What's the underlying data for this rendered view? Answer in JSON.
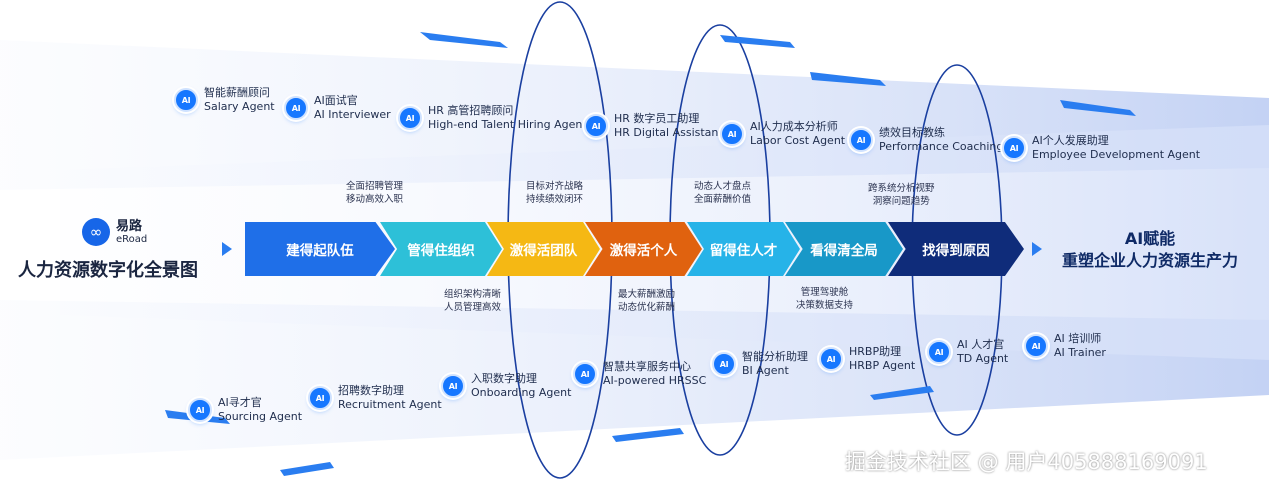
{
  "logo": {
    "mark": "∞",
    "name": "易路",
    "sub": "eRoad"
  },
  "left_title": "人力资源数字化全景图",
  "right_title": {
    "line1": "AI赋能",
    "line2": "重塑企业人力资源生产力"
  },
  "icon_text": "AI",
  "top_agents": [
    {
      "cn": "智能薪酬顾问",
      "en": "Salary Agent"
    },
    {
      "cn": "AI面试官",
      "en": "AI Interviewer"
    },
    {
      "cn": "HR 高管招聘顾问",
      "en": "High-end Talent Hiring Agent"
    },
    {
      "cn": "HR 数字员工助理",
      "en": "HR Digital Assistant"
    },
    {
      "cn": "AI人力成本分析师",
      "en": "Labor Cost Agent"
    },
    {
      "cn": "绩效目标教练",
      "en": "Performance Coaching"
    },
    {
      "cn": "AI个人发展助理",
      "en": "Employee Development Agent"
    }
  ],
  "bottom_agents": [
    {
      "cn": "AI寻才官",
      "en": "Sourcing Agent"
    },
    {
      "cn": "招聘数字助理",
      "en": "Recruitment Agent"
    },
    {
      "cn": "入职数字助理",
      "en": "Onboarding Agent"
    },
    {
      "cn": "智慧共享服务中心",
      "en": "AI-powered HRSSC"
    },
    {
      "cn": "智能分析助理",
      "en": "BI Agent"
    },
    {
      "cn": "HRBP助理",
      "en": "HRBP Agent"
    },
    {
      "cn": "AI 人才官",
      "en": "TD Agent"
    },
    {
      "cn": "AI 培训师",
      "en": "AI Trainer"
    }
  ],
  "top_notes": [
    {
      "l1": "全面招聘管理",
      "l2": "移动高效入职"
    },
    {
      "l1": "目标对齐战略",
      "l2": "持续绩效闭环"
    },
    {
      "l1": "动态人才盘点",
      "l2": "全面薪酬价值"
    },
    {
      "l1": "跨系统分析视野",
      "l2": "洞察问题趋势"
    }
  ],
  "bottom_notes": [
    {
      "l1": "组织架构清晰",
      "l2": "人员管理高效"
    },
    {
      "l1": "最大薪酬激励",
      "l2": "动态优化薪酬"
    },
    {
      "l1": "管理驾驶舱",
      "l2": "决策数据支持"
    }
  ],
  "stages": [
    {
      "label": "建得起队伍",
      "color": "#1f6fe8"
    },
    {
      "label": "管得住组织",
      "color": "#2dc0d8"
    },
    {
      "label": "激得活团队",
      "color": "#f5b814"
    },
    {
      "label": "激得活个人",
      "color": "#e0620f"
    },
    {
      "label": "留得住人才",
      "color": "#26b3e8"
    },
    {
      "label": "看得清全局",
      "color": "#1898c8"
    },
    {
      "label": "找得到原因",
      "color": "#0f2c7a"
    }
  ],
  "watermark": "掘金技术社区 @ 用户405888169091"
}
